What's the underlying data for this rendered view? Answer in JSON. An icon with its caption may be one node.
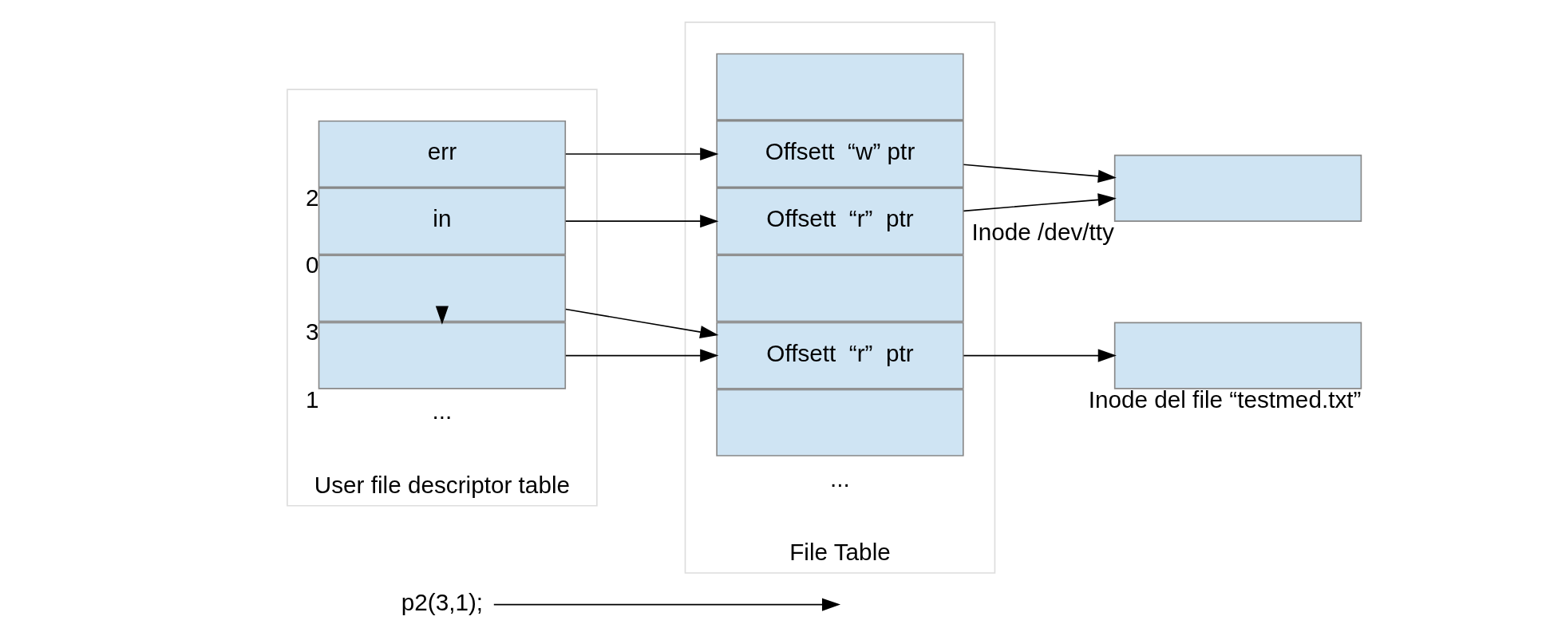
{
  "diagram": {
    "nodes": [
      {
        "text": [
          "p2(3,1);"
        ]
      },
      {
        "text": [
          "User file descriptor table"
        ]
      },
      {
        "text": [
          "in"
        ],
        "in": 1,
        "beside": [
          "0"
        ]
      },
      {
        "text": [],
        "shape": "box",
        "in": 1,
        "beside": [
          "1"
        ]
      },
      {
        "text": [
          "err"
        ],
        "in": 1,
        "beside": [
          "2"
        ]
      },
      {
        "text": [],
        "shape": "box",
        "in": 1,
        "beside": [
          "3"
        ]
      },
      {
        "text": [
          "File Table"
        ]
      },
      {
        "text": [
          "Offsett  “r”  ptr"
        ],
        "in": 6
      },
      {
        "text": [],
        "shape": "box",
        "in": 6
      },
      {
        "text": [
          "Offsett  “w” ptr"
        ],
        "in": 6
      },
      {
        "text": [],
        "shape": "box",
        "in": 6
      },
      {
        "text": [
          "Offsett  “r”  ptr"
        ],
        "in": 6
      },
      {
        "text": [],
        "shape": "box",
        "in": 6
      },
      {
        "text": [],
        "shape": "box",
        "beside": [
          "Inode /dev/tty"
        ]
      },
      {
        "text": [],
        "shape": "box",
        "beside": [
          "Inode del file “testmed.txt”"
        ]
      }
    ],
    "edges": [
      {
        "from": 0,
        "to": null,
        "arrow": "to"
      },
      {
        "from": 5,
        "to": 3,
        "arrow": "to"
      },
      {
        "from": 2,
        "to": 7,
        "arrow": "to"
      },
      {
        "from": 3,
        "to": 11,
        "arrow": "to"
      },
      {
        "from": 4,
        "to": 9,
        "arrow": "to"
      },
      {
        "from": 5,
        "to": 11,
        "arrow": "to"
      },
      {
        "from": 7,
        "to": 13,
        "arrow": "to"
      },
      {
        "from": 9,
        "to": 13,
        "arrow": "to"
      },
      {
        "from": 11,
        "to": 14,
        "arrow": "to"
      }
    ],
    "labels": [
      "...",
      "..."
    ]
  }
}
